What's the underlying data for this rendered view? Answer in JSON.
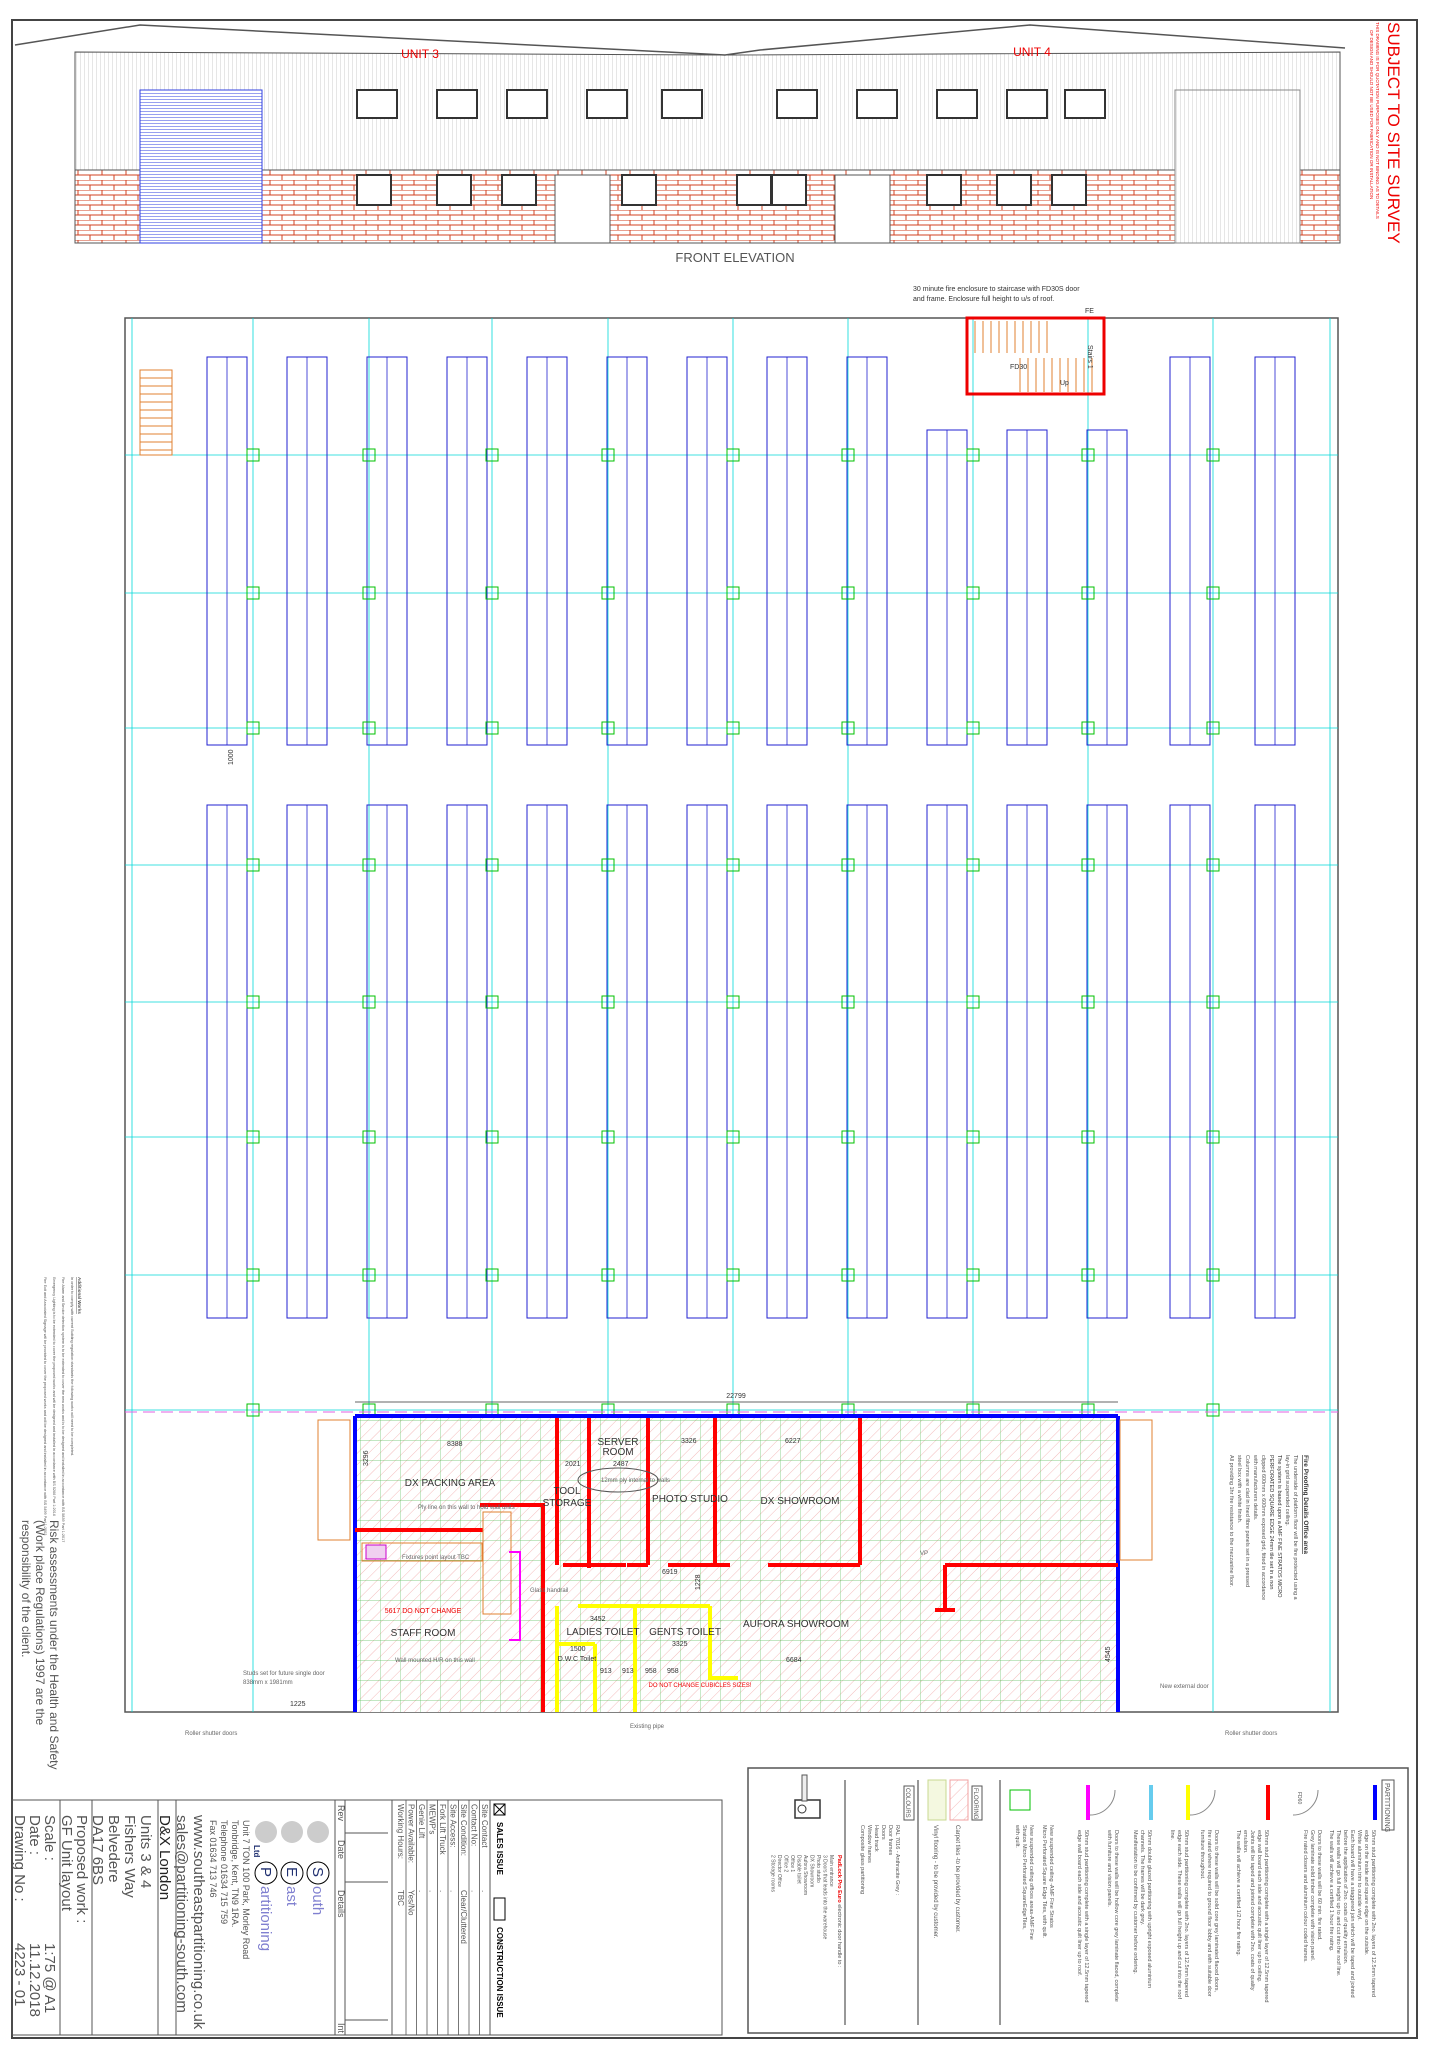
{
  "header": {
    "survey_title": "SUBJECT TO SITE SURVEY",
    "disclaimer_1": "THIS DRAWING IS FOR QUOTATION PURPOSES ONLY AND IS NOT BINDING AS TO DETAILS",
    "disclaimer_2": "OF DESIGN AND SHOULD NOT BE USED FOR FABRICATION OR INSTALLATION"
  },
  "elevation": {
    "unit3": "UNIT 3",
    "unit4": "UNIT 4",
    "title": "FRONT ELEVATION"
  },
  "plan": {
    "fire_note_1": "30 minute fire enclosure to staircase with FD30S door",
    "fire_note_2": "and frame. Enclosure full height to u/s of roof.",
    "fe": "FE",
    "stairs1": "Stairs 1",
    "up": "Up",
    "fd30": "FD30",
    "dim_overall": "22799",
    "dim_1000": "1000",
    "rooms": {
      "dx_packing": "DX PACKING AREA",
      "tool_storage_1": "TOOL",
      "tool_storage_2": "STORAGE",
      "server_1": "SERVER",
      "server_2": "ROOM",
      "photo": "PHOTO STUDIO",
      "dx_showroom": "DX SHOWROOM",
      "staff": "STAFF ROOM",
      "ladies": "LADIES TOILET",
      "gents": "GENTS TOILET",
      "aufora": "AUFORA SHOWROOM",
      "dwc": "D.W.C Toilet"
    },
    "dims": {
      "d8388": "8388",
      "d3296": "3296",
      "d2021": "2021",
      "d2487": "2487",
      "d3326": "3326",
      "d6227": "6227",
      "d6919": "6919",
      "d3452": "3452",
      "d3325": "3325",
      "d1500": "1500",
      "d6684": "6684",
      "d4545": "4545",
      "d913a": "913",
      "d913b": "913",
      "d958a": "958",
      "d958b": "958",
      "d1225": "1225",
      "d1228": "1228",
      "d5617": "5617 DO NOT CHANGE"
    },
    "notes": {
      "ply_line": "Ply line on this wall to hold wall units",
      "fixtures": "Fixtures point layout TBC",
      "ply_cloud": "12mm ply internal to walls",
      "glass_handrail": "Glass handrail",
      "wall_hr": "Wall mounted H/R on this wall",
      "cubicles": "DO NOT CHANGE CUBICLES SIZES!",
      "existing_pipe": "Existing pipe",
      "studs": "Studs set for future single door",
      "studs_2": "838mm x 1981mm",
      "new_door": "New external door",
      "roller_left": "Roller shutter doors",
      "roller_right": "Roller shutter doors",
      "vp": "VP"
    },
    "fire_proofing": {
      "title": "Fire Proofing Details Office area",
      "lines": [
        "The underside of platform floor will be fire protected using a",
        "lay-in grid suspended ceiling.",
        "The system is based upon a AMF FINE STRATOS MICRO",
        "PERFORATED SQUARE EDGE 24mm tile set in a non",
        "clipped 600mm x 600mm exposed grid, fitted in accordance",
        "with manufacturers details.",
        "Columns are clad in lined fibre panels set in a pressed",
        "steel box with a white finish.",
        "All providing 1hr fire resistance to the mezzanine floor."
      ]
    },
    "additional_works": {
      "title": "Additional Works",
      "lines": [
        "In order to comply with current Building regulation standards the following works will need to be completed.",
        "Fire Alarm and Smoke detection system is to be extended to cover the new works and is to be designed and installed in accordance with BS 5839 Part 1:2017",
        "Emergency Lighting is to be extended to cover the proposed works and will be designed and installed in accordance with BS 5266 Part 1:2016",
        "Fire Exit and Associated Signage will be provided to cover the proposed works and will be designed and installed in accordance with BS 5499 Part 1:2002"
      ]
    },
    "risk_lines": [
      "Risk assessments under the Health and Safety",
      "(Work place Regulations) 1997 are the",
      "responsibility of the client."
    ]
  },
  "title_block": {
    "scale_label": "Scale :",
    "scale": "1:75 @ A1",
    "date_label": "Date :",
    "date": "11.12.2018",
    "drawing_label": "Drawing No :",
    "drawing_no": "4223 - 01",
    "proposed_label": "Proposed work :",
    "proposed": "GF Unit layout",
    "address": [
      "Units 3 & 4",
      "Fishers Way",
      "Belvedere",
      "DA17 6BS"
    ],
    "client": "D&X London",
    "web": "www.southeastpartitioning.co.uk",
    "email": "sales@partitioning-south.com",
    "company_address": [
      "Unit 7 TON 100 Park, Morley Road",
      "Tonbridge, Kent, TN9 1RA.",
      "Telephone          01634 715 759",
      "Fax                    01634 713 746"
    ],
    "logo": {
      "s": "S",
      "s_rest": "outh",
      "e": "E",
      "e_rest": "ast",
      "p": "P",
      "p_rest": "artitioning",
      "ltd": "Ltd"
    },
    "rev_headers": [
      "Rev",
      "Date",
      "Details",
      "Int"
    ],
    "site_rows": [
      {
        "label": "Site Contact",
        "value": "."
      },
      {
        "label": "Contact No:",
        "value": "."
      },
      {
        "label": "Site Condition:",
        "value": "Clear/Cluttered"
      },
      {
        "label": "Site Access:",
        "value": "."
      },
      {
        "label": "Fork Lift Truck",
        "value": "."
      },
      {
        "label": "MEWP's",
        "value": "."
      },
      {
        "label": "Genie Lift",
        "value": "."
      },
      {
        "label": "Power Available:",
        "value": "Yes/No"
      },
      {
        "label": "Working Hours:",
        "value": "TBC"
      }
    ],
    "sales_issue": "SALES ISSUE",
    "construction_issue": "CONSTRUCTION ISSUE"
  },
  "legend": {
    "partitioning_title": "PARTITIONING",
    "items": [
      {
        "color": "#0000ff",
        "lines": [
          "50mm stud partitioning complete with 2no. layers of 12.5mm tapered",
          "edge on the inside and square edge on the outside.",
          "White aluminium trim to outside vinyl.",
          "Each board will have a staggered join which will be taped and jointed",
          "before the application of 2no. coats of quality emulsion.",
          "These walls will go full height up to and cut into the roof line.",
          "The walls will achieve a certified 1 hour fire rating."
        ]
      },
      {
        "color": "#ff0000",
        "lines": [
          "50mm stud partitioning complete with a single layer of 12.5mm tapered",
          "edge wall board each side and acoustic quilt liner up to ceiling.",
          "Joints will be taped and jointed complete with 2no. coats of quality",
          "emulsion.",
          "The walls will achieve a certified 1/2 hour fire rating."
        ]
      },
      {
        "color": "#ffff00",
        "lines": [
          "50mm stud partitioning complete with 2no. layers of 12.5mm tapered",
          "edge each side. These walls will go full height up and cut into the roof",
          "line."
        ]
      },
      {
        "color": "#66ccee",
        "lines": [
          "50mm double glazed partitioning with upright exposed aluminium",
          "channels. The frames will be dark grey.",
          "Manifestation to be confirmed by customer before ordering."
        ]
      },
      {
        "color": "#ff00ff",
        "lines": [
          "50mm stud partitioning complete with a single layer of 12.5mm tapered",
          "edge wall board each side and acoustic quilt liner up to roof."
        ]
      }
    ],
    "door_notes": [
      [
        "Doors to these walls will be 60 min. fire rated.",
        "Grey laminate solid timber complete with vision panel.",
        "Fire rated closers and aluminium colour coded frames."
      ],
      [
        "Doors to these walls will be solid core grey laminated flaced doors,",
        "fire rated where required to ground floor lobby and with suitable door",
        "furniture throughout."
      ],
      [
        "Doors to these walls will be hollow core grey laminate flaced, complete",
        "with furniture and vision panels."
      ]
    ],
    "fd60": "FD60",
    "ceiling_lines": [
      "New suspended ceiling -AMF Fine Stratos",
      "Micro Perforated Square Edge Tiles, with quilt.",
      "New suspended ceiling offices areas-AMF Fine",
      "Stratos Micro Perforated SquareEdgeTiles,",
      "with quilt."
    ],
    "flooring_title": "FLOORING",
    "flooring": [
      "Carpet tiles -to be provided by customer.",
      "Vinyl flooring - to be provided by customer."
    ],
    "colours_title": "COLOURS",
    "colours": [
      "RAL 7016 - Anthracite Grey :",
      "Door frames",
      "Doors",
      "Head track",
      "Window frames",
      "Composite glass partitioning"
    ],
    "padlock_title": "PadLock Pro Euro",
    "padlock_rest": " electronic door handle to :",
    "padlock_items": [
      "Main entrance",
      "3 Doors that leads into the warehouse",
      "Photo studio",
      "DX Showroom",
      "Aufora Showroom",
      "Disable toilet",
      "Office 1",
      "Office 2",
      "Director Office",
      "2 Storage rooms"
    ]
  },
  "colors": {
    "red": "#ff0000",
    "blue": "#0000ff",
    "yellow": "#ffff00",
    "magenta": "#ff00ff",
    "cyan": "#00e0e0",
    "green": "#00c000",
    "orange": "#e08030",
    "brick": "#d04020"
  }
}
